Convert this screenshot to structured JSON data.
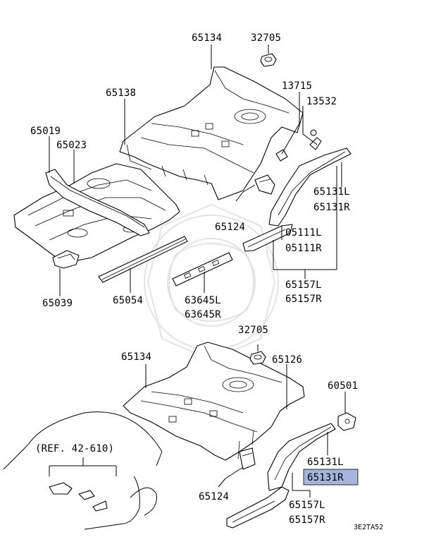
{
  "diagram": {
    "code": "3E2TA52",
    "reference_note": "(REF. 42-610)",
    "highlight_color": "#a4b4dc",
    "upper_group": {
      "labels": {
        "p65134": "65134",
        "p32705": "32705",
        "p65138": "65138",
        "p13715": "13715",
        "p13532": "13532",
        "p65019": "65019",
        "p65023": "65023",
        "p65131L": "65131L",
        "p65131R": "65131R",
        "p65124": "65124",
        "p05111L": "05111L",
        "p05111R": "05111R",
        "p65039": "65039",
        "p65054": "65054",
        "p63645L": "63645L",
        "p63645R": "63645R",
        "p65157L": "65157L",
        "p65157R": "65157R"
      }
    },
    "lower_group": {
      "labels": {
        "p32705": "32705",
        "p65134": "65134",
        "p65126": "65126",
        "p60501": "60501",
        "p65131L": "65131L",
        "p65131R": "65131R",
        "p65124": "65124",
        "p65157L": "65157L",
        "p65157R": "65157R"
      }
    }
  }
}
